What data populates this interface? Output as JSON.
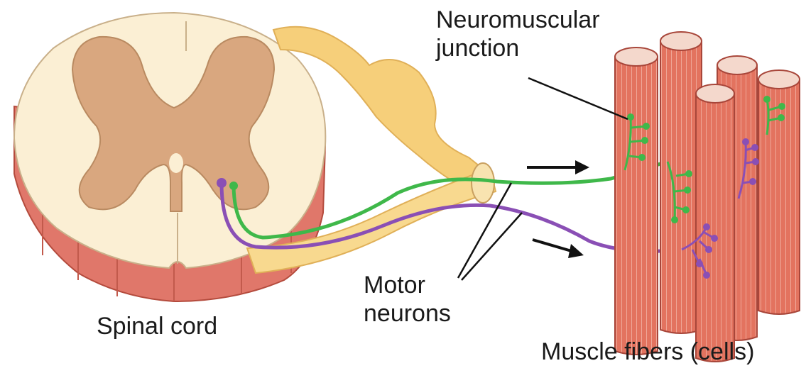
{
  "labels": {
    "neuromuscular_junction": [
      "Neuromuscular",
      "junction"
    ],
    "motor_neurons": [
      "Motor",
      "neurons"
    ],
    "spinal_cord": "Spinal cord",
    "muscle_fibers": "Muscle fibers (cells)"
  },
  "colors": {
    "cord_white_matter": "#fbefd4",
    "cord_gray_matter": "#d9a77f",
    "cord_side": "#e0776a",
    "nerve_root": "#f6cf7a",
    "muscle": "#e3735f",
    "muscle_top": "#f4d8cc",
    "neuron_green": "#3fb84a",
    "neuron_purple": "#8a4fb5",
    "leader_line": "#111111"
  }
}
